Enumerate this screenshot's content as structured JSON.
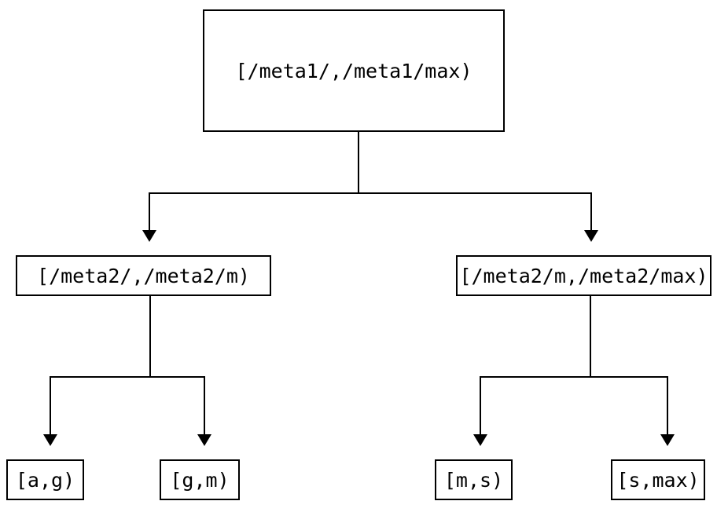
{
  "diagram": {
    "type": "tree",
    "description": "Binary interval-partition tree, two levels of splits",
    "nodes": {
      "root": {
        "id": "root",
        "label": "[/meta1/,/meta1/max)"
      },
      "left_child": {
        "id": "left_child",
        "label": "[/meta2/,/meta2/m)"
      },
      "right_child": {
        "id": "right_child",
        "label": "[/meta2/m,/meta2/max)"
      },
      "leaf_ag": {
        "id": "leaf_ag",
        "label": "[a,g)"
      },
      "leaf_gm": {
        "id": "leaf_gm",
        "label": "[g,m)"
      },
      "leaf_ms": {
        "id": "leaf_ms",
        "label": "[m,s)"
      },
      "leaf_smax": {
        "id": "leaf_smax",
        "label": "[s,max)"
      }
    },
    "edges": [
      {
        "from": "root",
        "to": "left_child"
      },
      {
        "from": "root",
        "to": "right_child"
      },
      {
        "from": "left_child",
        "to": "leaf_ag"
      },
      {
        "from": "left_child",
        "to": "leaf_gm"
      },
      {
        "from": "right_child",
        "to": "leaf_ms"
      },
      {
        "from": "right_child",
        "to": "leaf_smax"
      }
    ],
    "colors": {
      "line": "#000000",
      "text": "#000000",
      "background": "#ffffff"
    }
  }
}
